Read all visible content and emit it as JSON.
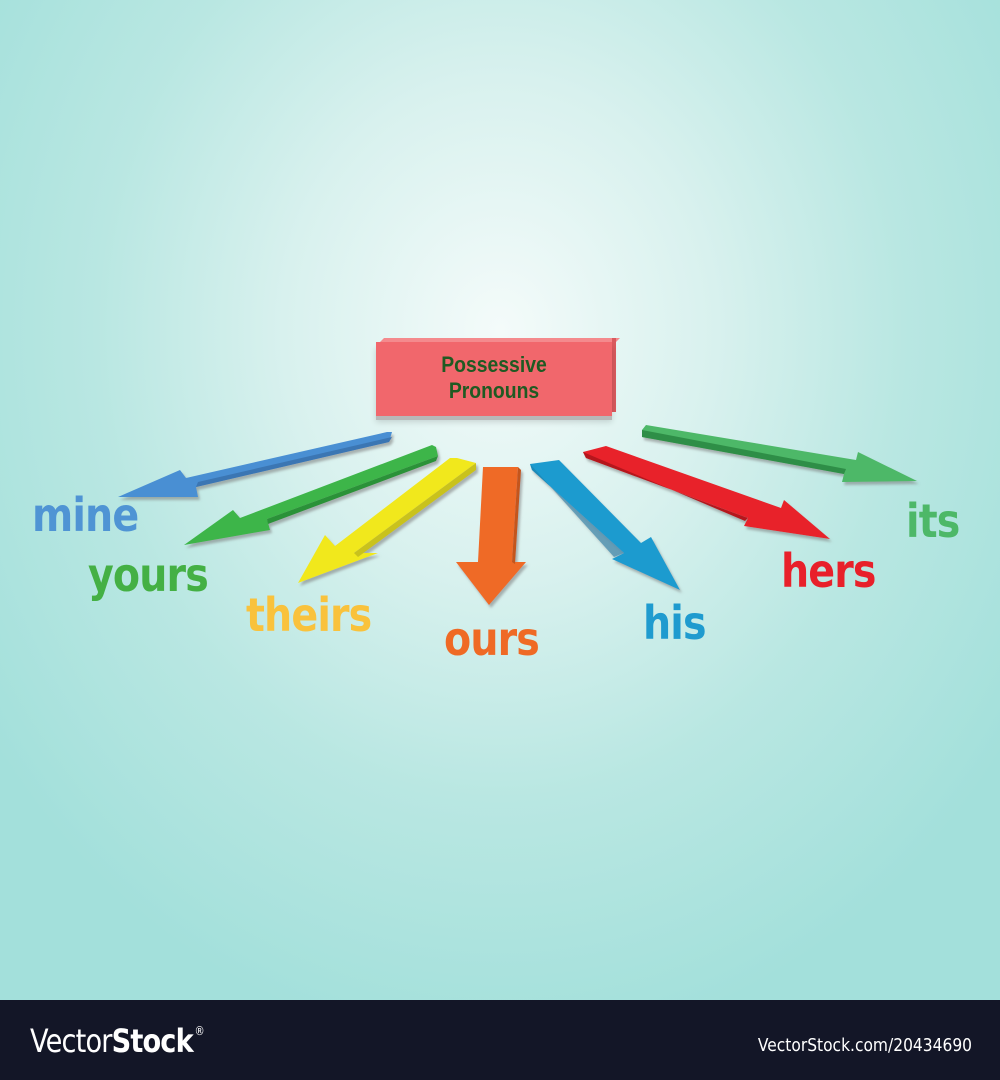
{
  "title": {
    "line1": "Possessive",
    "line2": "Pronouns",
    "box_color": "#f1676c",
    "text_color": "#1f5a22"
  },
  "pronouns": [
    {
      "label": "mine",
      "color": "#4f94d4",
      "arrow_color": "#4a8fd3",
      "direction": "left"
    },
    {
      "label": "yours",
      "color": "#44b044",
      "arrow_color": "#3db54a",
      "direction": "down-left"
    },
    {
      "label": "theirs",
      "color": "#f9c23c",
      "arrow_color": "#f1e81f",
      "direction": "down-left"
    },
    {
      "label": "ours",
      "color": "#ef6a25",
      "arrow_color": "#ef6a25",
      "direction": "down"
    },
    {
      "label": "his",
      "color": "#1f9bcf",
      "arrow_color": "#1f9bcf",
      "direction": "down-right"
    },
    {
      "label": "hers",
      "color": "#e8202a",
      "arrow_color": "#e8202a",
      "direction": "down-right"
    },
    {
      "label": "its",
      "color": "#4db868",
      "arrow_color": "#4db868",
      "direction": "right"
    }
  ],
  "footer": {
    "brand_light": "Vector",
    "brand_bold": "Stock",
    "registered": "®",
    "stock_id": "VectorStock.com/20434690"
  }
}
